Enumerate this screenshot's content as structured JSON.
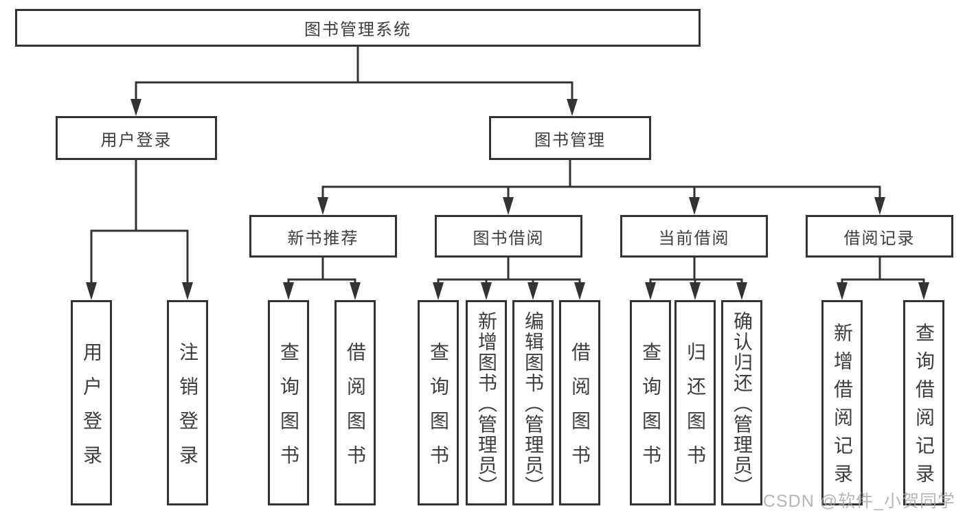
{
  "diagram": {
    "root": {
      "label": "图书管理系统",
      "children": [
        {
          "label": "用户登录",
          "children": [
            {
              "label": "用户登录"
            },
            {
              "label": "注销登录"
            }
          ]
        },
        {
          "label": "图书管理",
          "children": [
            {
              "label": "新书推荐",
              "children": [
                {
                  "label": "查询图书"
                },
                {
                  "label": "借阅图书"
                }
              ]
            },
            {
              "label": "图书借阅",
              "children": [
                {
                  "label": "查询图书"
                },
                {
                  "label": "新增图书（管理员）"
                },
                {
                  "label": "编辑图书（管理员）"
                },
                {
                  "label": "借阅图书"
                }
              ]
            },
            {
              "label": "当前借阅",
              "children": [
                {
                  "label": "查询图书"
                },
                {
                  "label": "归还图书"
                },
                {
                  "label": "确认归还（管理员）"
                }
              ]
            },
            {
              "label": "借阅记录",
              "children": [
                {
                  "label": "新增借阅记录"
                },
                {
                  "label": "查询借阅记录"
                }
              ]
            }
          ]
        }
      ]
    },
    "colors": {
      "line": "#333333",
      "text": "#3d3d3d",
      "background": "#ffffff",
      "watermark": "#a5a5a5"
    }
  },
  "watermark": {
    "text": "CSDN @软件_小贺同学"
  }
}
